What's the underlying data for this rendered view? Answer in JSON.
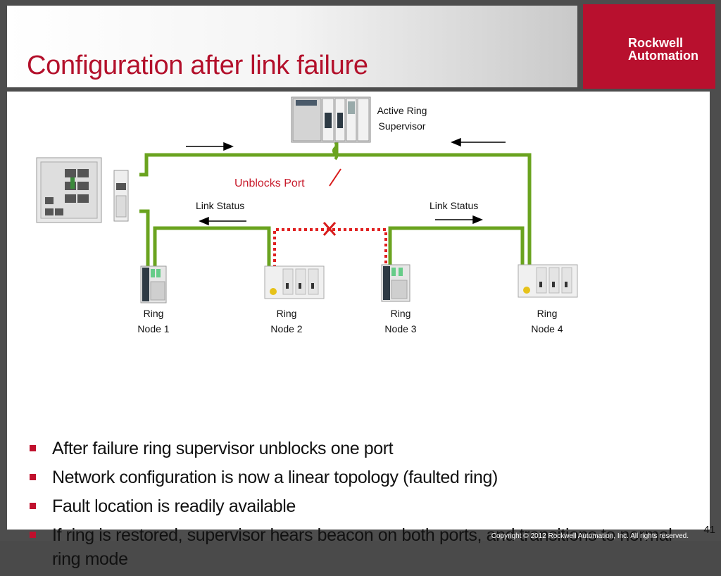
{
  "slide": {
    "title": "Configuration after link failure",
    "logo": {
      "line1": "Rockwell",
      "line2": "Automation"
    },
    "page_number": "41",
    "copyright": "Copyright © 2012 Rockwell Automation, Inc. All rights reserved."
  },
  "diagram": {
    "supervisor_label": [
      "Active Ring",
      "Supervisor"
    ],
    "unblocks_label": "Unblocks Port",
    "link_status_left": "Link Status",
    "link_status_right": "Link Status",
    "nodes": [
      {
        "line1": "Ring",
        "line2": "Node 1"
      },
      {
        "line1": "Ring",
        "line2": "Node 2"
      },
      {
        "line1": "Ring",
        "line2": "Node 3"
      },
      {
        "line1": "Ring",
        "line2": "Node 4"
      }
    ],
    "colors": {
      "link": "#6aa31f",
      "fault": "#e02020",
      "accent": "#c0102d"
    }
  },
  "bullets": [
    "After failure ring supervisor unblocks one port",
    "Network configuration is now a linear topology (faulted ring)",
    "Fault location is readily available",
    "If ring is restored, supervisor hears beacon on both ports, and transitions to normal ring mode"
  ]
}
